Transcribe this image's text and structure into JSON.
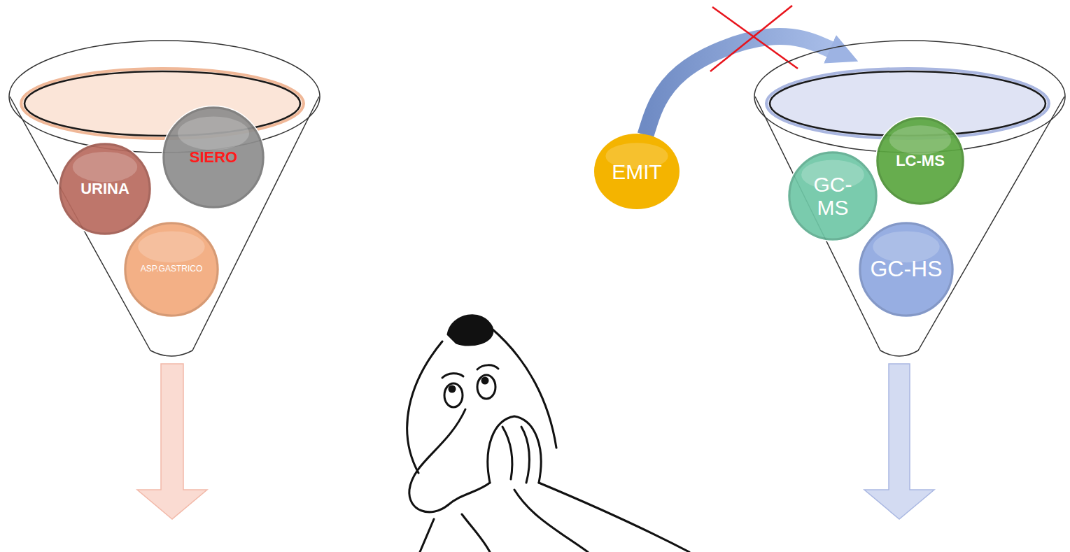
{
  "diagram": {
    "nodes": [
      {
        "text": []
      },
      {
        "text": [
          "URINA"
        ],
        "in": 0
      },
      {
        "text": [
          "SIERO"
        ],
        "in": 0
      },
      {
        "text": [
          "ASP.GASTRICO"
        ],
        "in": 0
      },
      {
        "text": [
          "EMIT"
        ]
      },
      {
        "text": []
      },
      {
        "text": [
          "GC-MS"
        ],
        "in": 5
      },
      {
        "text": [
          "LC-MS"
        ],
        "in": 5
      },
      {
        "text": [
          "GC-HS"
        ],
        "in": 5
      }
    ],
    "edges": [
      {
        "from": 4,
        "to": 5,
        "arrow": "to"
      }
    ]
  }
}
